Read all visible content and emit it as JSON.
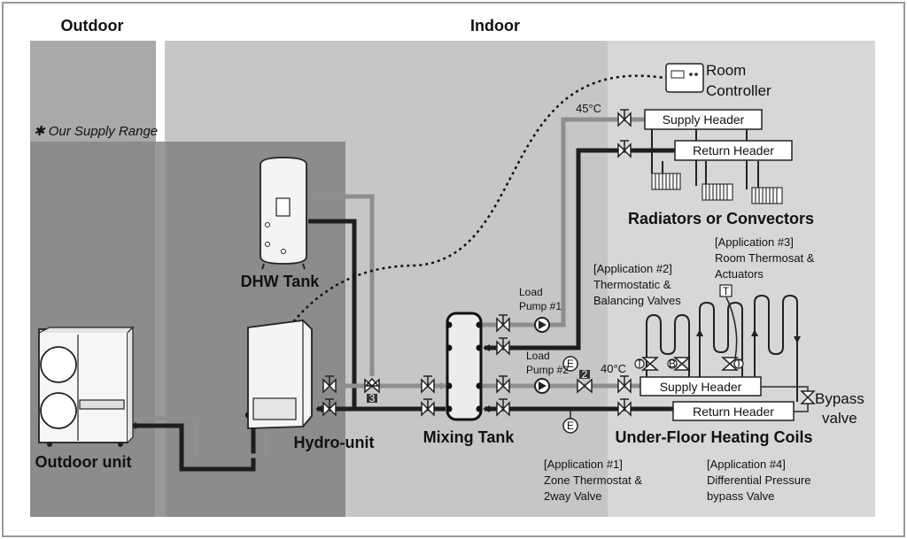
{
  "zones": {
    "outdoor": "Outdoor",
    "indoor": "Indoor",
    "supply_range": "✱ Our Supply Range"
  },
  "components": {
    "room_controller_line1": "Room",
    "room_controller_line2": "Controller",
    "dhw_tank": "DHW Tank",
    "hydro_unit": "Hydro-unit",
    "outdoor_unit": "Outdoor unit",
    "mixing_tank": "Mixing Tank",
    "radiators": "Radiators or Convectors",
    "underfloor": "Under-Floor Heating Coils",
    "supply_header": "Supply Header",
    "return_header": "Return Header",
    "bypass_line1": "Bypass",
    "bypass_line2": "valve"
  },
  "temperatures": {
    "radiator_supply": "45°C",
    "floor_supply": "40°C"
  },
  "pumps": {
    "pump1_line1": "Load",
    "pump1_line2": "Pump #1",
    "pump2_line1": "Load",
    "pump2_line2": "Pump #2"
  },
  "markers": {
    "e": "E",
    "t": "T",
    "b": "B",
    "valve3": "3",
    "valve2": "2"
  },
  "applications": {
    "app1": [
      "[Application #1]",
      "Zone Thermostat &",
      "2way Valve"
    ],
    "app2": [
      "[Application #2]",
      "Thermostatic &",
      "Balancing Valves"
    ],
    "app3": [
      "[Application #3]",
      "Room Thermosat &",
      "Actuators"
    ],
    "app4": [
      "[Application #4]",
      "Differential Pressure",
      "bypass Valve"
    ]
  },
  "colors": {
    "outdoor_zone": "#a9a9a9",
    "indoor_zone": "#c6c6c6",
    "indoor_right": "#d7d7d7",
    "supply_range": "#8c8c8c",
    "hot_pipe": "#8e8e8e",
    "return_pipe": "#1e1e1e"
  }
}
